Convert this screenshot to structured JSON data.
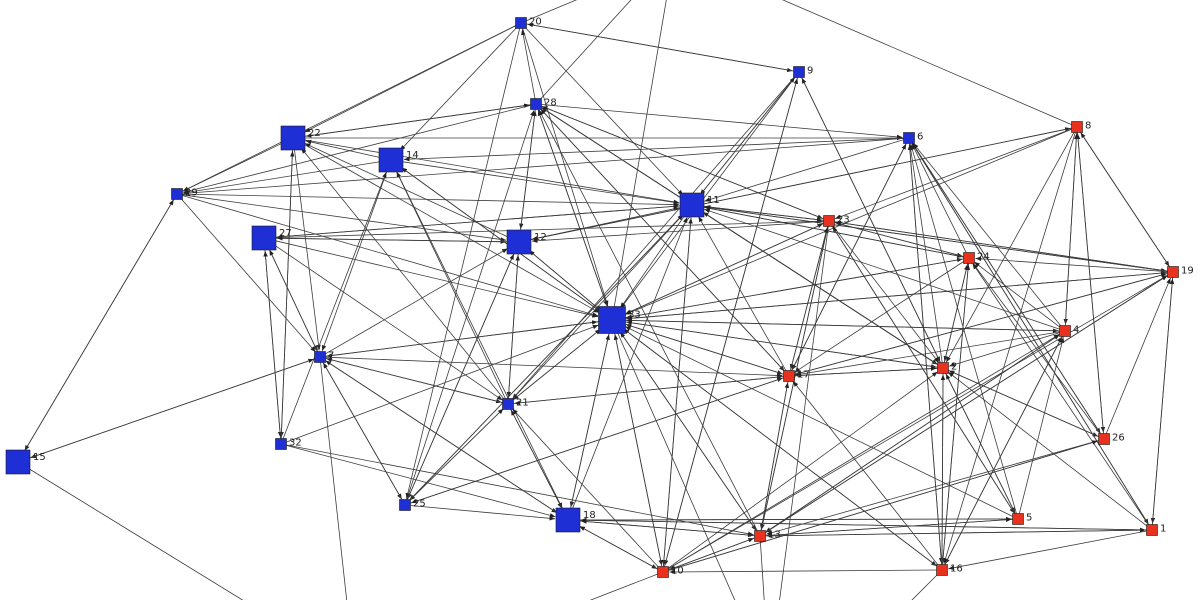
{
  "colors": {
    "group_blue": "#1f2fd6",
    "group_red": "#e8321f",
    "edge": "#3c3c3c",
    "label": "#222222"
  },
  "nodes": [
    {
      "id": "20",
      "label": "20",
      "group": "blue",
      "degree": 1
    },
    {
      "id": "9",
      "label": "9",
      "group": "blue",
      "degree": 1
    },
    {
      "id": "28",
      "label": "28",
      "group": "blue",
      "degree": 1
    },
    {
      "id": "22",
      "label": "22",
      "group": "blue",
      "degree": 3
    },
    {
      "id": "14",
      "label": "14",
      "group": "blue",
      "degree": 3
    },
    {
      "id": "6",
      "label": "6",
      "group": "blue",
      "degree": 1
    },
    {
      "id": "29",
      "label": "29",
      "group": "blue",
      "degree": 1
    },
    {
      "id": "11",
      "label": "11",
      "group": "blue",
      "degree": 3
    },
    {
      "id": "27",
      "label": "27",
      "group": "blue",
      "degree": 3
    },
    {
      "id": "12",
      "label": "12",
      "group": "blue",
      "degree": 3
    },
    {
      "id": "33",
      "label": "33",
      "group": "blue",
      "degree": 4
    },
    {
      "id": "7",
      "label": "7",
      "group": "blue",
      "degree": 1
    },
    {
      "id": "21",
      "label": "21",
      "group": "blue",
      "degree": 1
    },
    {
      "id": "32",
      "label": "32",
      "group": "blue",
      "degree": 1
    },
    {
      "id": "15",
      "label": "15",
      "group": "blue",
      "degree": 3
    },
    {
      "id": "25",
      "label": "25",
      "group": "blue",
      "degree": 1
    },
    {
      "id": "18",
      "label": "18",
      "group": "blue",
      "degree": 3
    },
    {
      "id": "8",
      "label": "8",
      "group": "red",
      "degree": 1
    },
    {
      "id": "23",
      "label": "23",
      "group": "red",
      "degree": 1
    },
    {
      "id": "24",
      "label": "24",
      "group": "red",
      "degree": 1
    },
    {
      "id": "19",
      "label": "19",
      "group": "red",
      "degree": 1
    },
    {
      "id": "4",
      "label": "4",
      "group": "red",
      "degree": 1
    },
    {
      "id": "2",
      "label": "2",
      "group": "red",
      "degree": 1
    },
    {
      "id": "17",
      "label": "17",
      "group": "red",
      "degree": 1
    },
    {
      "id": "26",
      "label": "26",
      "group": "red",
      "degree": 1
    },
    {
      "id": "5",
      "label": "5",
      "group": "red",
      "degree": 1
    },
    {
      "id": "1",
      "label": "1",
      "group": "red",
      "degree": 1
    },
    {
      "id": "13",
      "label": "13",
      "group": "red",
      "degree": 1
    },
    {
      "id": "16",
      "label": "16",
      "group": "red",
      "degree": 1
    },
    {
      "id": "10",
      "label": "10",
      "group": "red",
      "degree": 1
    }
  ],
  "edges": [
    [
      "20",
      "9"
    ],
    [
      "20",
      "22"
    ],
    [
      "20",
      "14"
    ],
    [
      "20",
      "29"
    ],
    [
      "20",
      "33"
    ],
    [
      "20",
      "25"
    ],
    [
      "20",
      "11"
    ],
    [
      "28",
      "20"
    ],
    [
      "28",
      "22"
    ],
    [
      "28",
      "29"
    ],
    [
      "28",
      "12"
    ],
    [
      "28",
      "33"
    ],
    [
      "28",
      "23"
    ],
    [
      "28",
      "2"
    ],
    [
      "28",
      "17"
    ],
    [
      "28",
      "6"
    ],
    [
      "9",
      "20"
    ],
    [
      "9",
      "33"
    ],
    [
      "9",
      "10"
    ],
    [
      "9",
      "21"
    ],
    [
      "9",
      "2"
    ],
    [
      "9",
      "11"
    ],
    [
      "22",
      "28"
    ],
    [
      "22",
      "7"
    ],
    [
      "22",
      "32"
    ],
    [
      "22",
      "11"
    ],
    [
      "22",
      "33"
    ],
    [
      "22",
      "6"
    ],
    [
      "22",
      "29"
    ],
    [
      "14",
      "29"
    ],
    [
      "14",
      "11"
    ],
    [
      "14",
      "33"
    ],
    [
      "14",
      "7"
    ],
    [
      "14",
      "18"
    ],
    [
      "14",
      "22"
    ],
    [
      "6",
      "29"
    ],
    [
      "6",
      "11"
    ],
    [
      "6",
      "17"
    ],
    [
      "6",
      "16"
    ],
    [
      "6",
      "1"
    ],
    [
      "6",
      "26"
    ],
    [
      "6",
      "14"
    ],
    [
      "29",
      "11"
    ],
    [
      "29",
      "33"
    ],
    [
      "29",
      "15"
    ],
    [
      "29",
      "7"
    ],
    [
      "29",
      "12"
    ],
    [
      "11",
      "9"
    ],
    [
      "11",
      "28"
    ],
    [
      "11",
      "33"
    ],
    [
      "11",
      "23"
    ],
    [
      "11",
      "19"
    ],
    [
      "11",
      "24"
    ],
    [
      "11",
      "2"
    ],
    [
      "11",
      "25"
    ],
    [
      "11",
      "27"
    ],
    [
      "11",
      "10"
    ],
    [
      "27",
      "33"
    ],
    [
      "27",
      "12"
    ],
    [
      "27",
      "23"
    ],
    [
      "27",
      "21"
    ],
    [
      "27",
      "32"
    ],
    [
      "27",
      "11"
    ],
    [
      "27",
      "7"
    ],
    [
      "12",
      "28"
    ],
    [
      "12",
      "21"
    ],
    [
      "12",
      "25"
    ],
    [
      "12",
      "11"
    ],
    [
      "12",
      "33"
    ],
    [
      "12",
      "22"
    ],
    [
      "12",
      "27"
    ],
    [
      "12",
      "8"
    ],
    [
      "33",
      "17"
    ],
    [
      "33",
      "2"
    ],
    [
      "33",
      "18"
    ],
    [
      "33",
      "13"
    ],
    [
      "33",
      "16"
    ],
    [
      "33",
      "10"
    ],
    [
      "33",
      "24"
    ],
    [
      "33",
      "23"
    ],
    [
      "33",
      "19"
    ],
    [
      "33",
      "4"
    ],
    [
      "33",
      "7"
    ],
    [
      "33",
      "21"
    ],
    [
      "33",
      "28"
    ],
    [
      "33",
      "12"
    ],
    [
      "33",
      "14"
    ],
    [
      "7",
      "33"
    ],
    [
      "7",
      "17"
    ],
    [
      "7",
      "21"
    ],
    [
      "7",
      "15"
    ],
    [
      "7",
      "25"
    ],
    [
      "7",
      "18"
    ],
    [
      "7",
      "27"
    ],
    [
      "7",
      "12"
    ],
    [
      "21",
      "18"
    ],
    [
      "21",
      "17"
    ],
    [
      "21",
      "12"
    ],
    [
      "21",
      "25"
    ],
    [
      "21",
      "33"
    ],
    [
      "21",
      "11"
    ],
    [
      "21",
      "7"
    ],
    [
      "21",
      "22"
    ],
    [
      "21",
      "14"
    ],
    [
      "32",
      "22"
    ],
    [
      "32",
      "27"
    ],
    [
      "32",
      "18"
    ],
    [
      "32",
      "13"
    ],
    [
      "32",
      "33"
    ],
    [
      "32",
      "14"
    ],
    [
      "15",
      "29"
    ],
    [
      "15",
      "7"
    ],
    [
      "25",
      "18"
    ],
    [
      "25",
      "21"
    ],
    [
      "25",
      "12"
    ],
    [
      "25",
      "7"
    ],
    [
      "25",
      "28"
    ],
    [
      "25",
      "17"
    ],
    [
      "25",
      "11"
    ],
    [
      "18",
      "33"
    ],
    [
      "18",
      "13"
    ],
    [
      "18",
      "5"
    ],
    [
      "18",
      "1"
    ],
    [
      "18",
      "21"
    ],
    [
      "18",
      "10"
    ],
    [
      "18",
      "7"
    ],
    [
      "18",
      "11"
    ],
    [
      "8",
      "23"
    ],
    [
      "8",
      "4"
    ],
    [
      "8",
      "26"
    ],
    [
      "8",
      "19"
    ],
    [
      "8",
      "2"
    ],
    [
      "8",
      "12"
    ],
    [
      "8",
      "33"
    ],
    [
      "8",
      "16"
    ],
    [
      "23",
      "19"
    ],
    [
      "23",
      "24"
    ],
    [
      "23",
      "11"
    ],
    [
      "23",
      "5"
    ],
    [
      "23",
      "2"
    ],
    [
      "23",
      "17"
    ],
    [
      "23",
      "28"
    ],
    [
      "23",
      "12"
    ],
    [
      "23",
      "13"
    ],
    [
      "23",
      "33"
    ],
    [
      "24",
      "11"
    ],
    [
      "24",
      "23"
    ],
    [
      "24",
      "33"
    ],
    [
      "24",
      "2"
    ],
    [
      "24",
      "17"
    ],
    [
      "24",
      "6"
    ],
    [
      "24",
      "16"
    ],
    [
      "19",
      "11"
    ],
    [
      "19",
      "23"
    ],
    [
      "19",
      "24"
    ],
    [
      "19",
      "33"
    ],
    [
      "19",
      "17"
    ],
    [
      "19",
      "1"
    ],
    [
      "19",
      "8"
    ],
    [
      "19",
      "13"
    ],
    [
      "4",
      "2"
    ],
    [
      "4",
      "17"
    ],
    [
      "4",
      "24"
    ],
    [
      "4",
      "11"
    ],
    [
      "4",
      "16"
    ],
    [
      "4",
      "33"
    ],
    [
      "4",
      "13"
    ],
    [
      "4",
      "6"
    ],
    [
      "4",
      "8"
    ],
    [
      "2",
      "17"
    ],
    [
      "2",
      "16"
    ],
    [
      "2",
      "26"
    ],
    [
      "2",
      "33"
    ],
    [
      "2",
      "24"
    ],
    [
      "2",
      "11"
    ],
    [
      "2",
      "6"
    ],
    [
      "2",
      "9"
    ],
    [
      "2",
      "28"
    ],
    [
      "2",
      "5"
    ],
    [
      "17",
      "33"
    ],
    [
      "17",
      "21"
    ],
    [
      "17",
      "13"
    ],
    [
      "17",
      "28"
    ],
    [
      "17",
      "11"
    ],
    [
      "17",
      "2"
    ],
    [
      "17",
      "6"
    ],
    [
      "17",
      "25"
    ],
    [
      "17",
      "19"
    ],
    [
      "17",
      "23"
    ],
    [
      "26",
      "2"
    ],
    [
      "26",
      "24"
    ],
    [
      "26",
      "6"
    ],
    [
      "26",
      "8"
    ],
    [
      "26",
      "10"
    ],
    [
      "26",
      "13"
    ],
    [
      "26",
      "19"
    ],
    [
      "5",
      "2"
    ],
    [
      "5",
      "13"
    ],
    [
      "5",
      "18"
    ],
    [
      "5",
      "6"
    ],
    [
      "5",
      "23"
    ],
    [
      "5",
      "4"
    ],
    [
      "5",
      "33"
    ],
    [
      "1",
      "19"
    ],
    [
      "1",
      "2"
    ],
    [
      "1",
      "13"
    ],
    [
      "1",
      "18"
    ],
    [
      "1",
      "16"
    ],
    [
      "1",
      "6"
    ],
    [
      "1",
      "24"
    ],
    [
      "13",
      "18"
    ],
    [
      "13",
      "23"
    ],
    [
      "13",
      "17"
    ],
    [
      "13",
      "33"
    ],
    [
      "13",
      "10"
    ],
    [
      "13",
      "1"
    ],
    [
      "13",
      "5"
    ],
    [
      "13",
      "4"
    ],
    [
      "13",
      "19"
    ],
    [
      "13",
      "28"
    ],
    [
      "16",
      "2"
    ],
    [
      "16",
      "6"
    ],
    [
      "16",
      "4"
    ],
    [
      "16",
      "33"
    ],
    [
      "16",
      "10"
    ],
    [
      "16",
      "24"
    ],
    [
      "16",
      "17"
    ],
    [
      "10",
      "18"
    ],
    [
      "10",
      "33"
    ],
    [
      "10",
      "11"
    ],
    [
      "10",
      "9"
    ],
    [
      "10",
      "4"
    ],
    [
      "10",
      "19"
    ],
    [
      "10",
      "26"
    ],
    [
      "10",
      "13"
    ],
    [
      "10",
      "21"
    ],
    [
      "10",
      "2"
    ]
  ]
}
